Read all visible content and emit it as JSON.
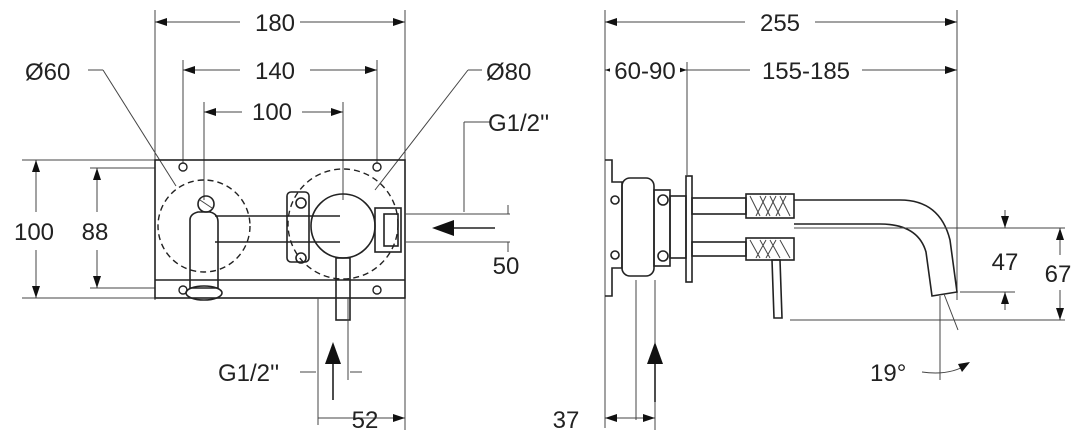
{
  "front_view": {
    "width_overall": "180",
    "width_mount": "140",
    "spacing": "100",
    "diameter_small": "Ø60",
    "diameter_large": "Ø80",
    "height_overall": "100",
    "height_mount": "88",
    "inlet_thread_side": "G1/2''",
    "inlet_thread_bottom": "G1/2''",
    "inlet_offset_v": "50",
    "inlet_offset_h": "52"
  },
  "side_view": {
    "length_overall": "255",
    "wall_depth": "60-90",
    "spout_reach": "155-185",
    "spout_drop": "47",
    "spout_height": "67",
    "spout_angle": "19°",
    "inlet_offset": "37"
  }
}
